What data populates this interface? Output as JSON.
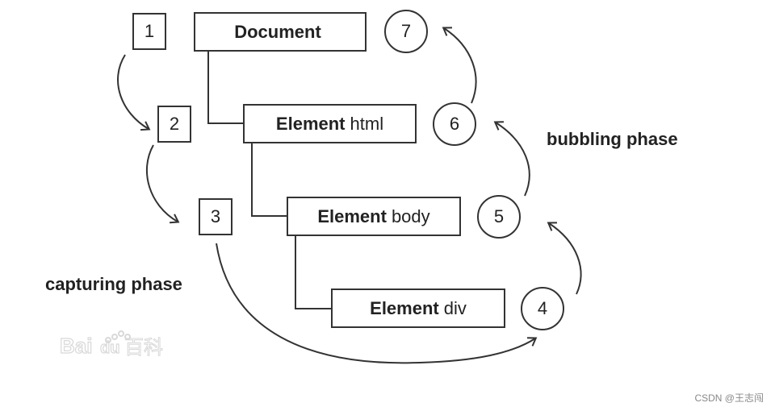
{
  "tree": {
    "document": {
      "strong": "Document",
      "rest": ""
    },
    "html": {
      "strong": "Element",
      "rest": "html"
    },
    "body": {
      "strong": "Element",
      "rest": "body"
    },
    "div": {
      "strong": "Element",
      "rest": "div"
    }
  },
  "capture_steps": [
    "1",
    "2",
    "3"
  ],
  "bubble_steps": [
    "4",
    "5",
    "6",
    "7"
  ],
  "labels": {
    "capturing": "capturing phase",
    "bubbling": "bubbling phase"
  },
  "watermarks": {
    "baidu": "Bai百科",
    "csdn": "CSDN @王志闯"
  },
  "colors": {
    "stroke": "#333333",
    "text": "#222222",
    "watermark": "#888888"
  }
}
